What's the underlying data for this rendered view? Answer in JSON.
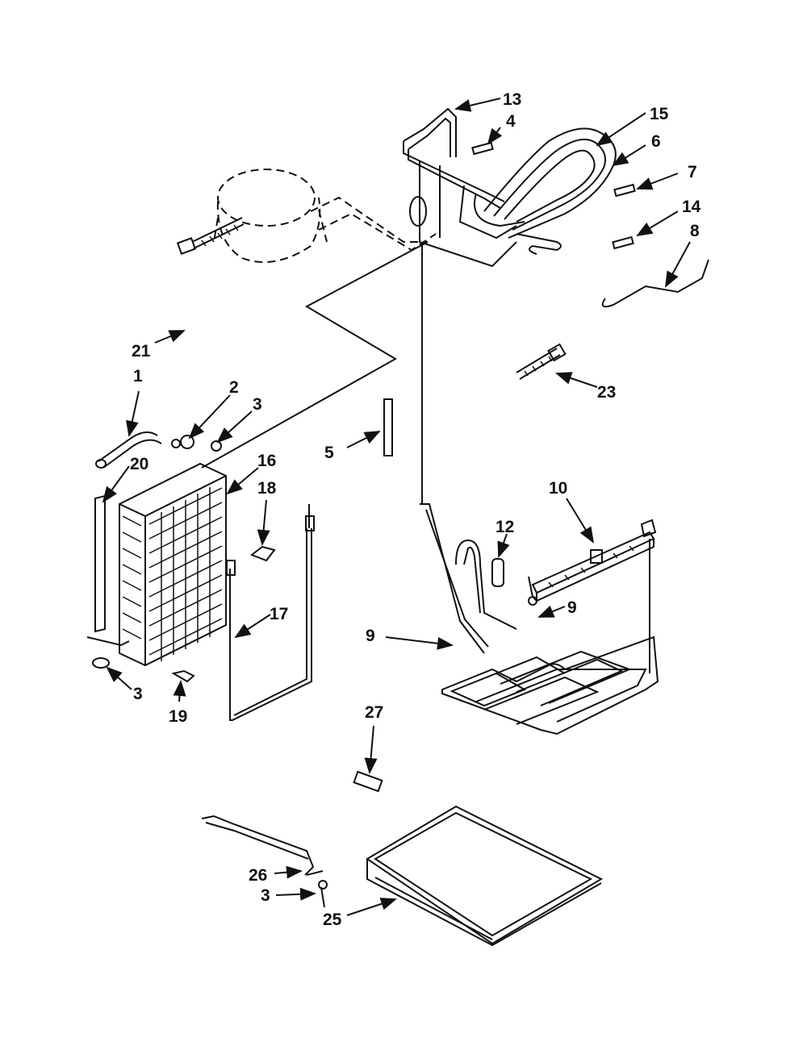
{
  "callouts": {
    "c1": "1",
    "c2": "2",
    "c3a": "3",
    "c3b": "3",
    "c3c": "3",
    "c4": "4",
    "c5": "5",
    "c6": "6",
    "c7": "7",
    "c8": "8",
    "c9a": "9",
    "c9b": "9",
    "c10": "10",
    "c12": "12",
    "c13": "13",
    "c14": "14",
    "c15": "15",
    "c16": "16",
    "c17": "17",
    "c18": "18",
    "c19": "19",
    "c20": "20",
    "c21": "21",
    "c23": "23",
    "c25": "25",
    "c26": "26",
    "c27": "27"
  }
}
